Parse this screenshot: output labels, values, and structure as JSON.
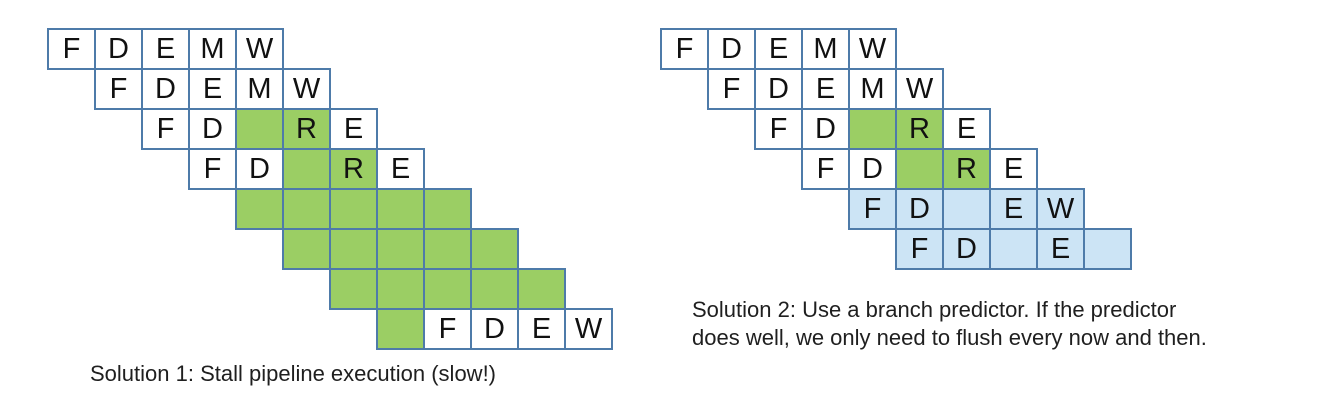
{
  "colors": {
    "stall_green": "#9bce64",
    "speculative_blue": "#cce4f5",
    "cell_white": "#ffffff",
    "cell_border": "#4e7ba9",
    "text": "#1f1f1f"
  },
  "cell_kind_legend": {
    "w": "white-stage-cell",
    "g": "green-stall-cell",
    "b": "blue-speculative-cell"
  },
  "solution1": {
    "caption": "Solution 1: Stall pipeline execution (slow!)",
    "rows": [
      {
        "start": 0,
        "cells": [
          [
            "F",
            "w"
          ],
          [
            "D",
            "w"
          ],
          [
            "E",
            "w"
          ],
          [
            "M",
            "w"
          ],
          [
            "W",
            "w"
          ]
        ]
      },
      {
        "start": 1,
        "cells": [
          [
            "F",
            "w"
          ],
          [
            "D",
            "w"
          ],
          [
            "E",
            "w"
          ],
          [
            "M",
            "w"
          ],
          [
            "W",
            "w"
          ]
        ]
      },
      {
        "start": 2,
        "cells": [
          [
            "F",
            "w"
          ],
          [
            "D",
            "w"
          ],
          [
            "",
            "g"
          ],
          [
            "R",
            "g"
          ],
          [
            "E",
            "w"
          ]
        ]
      },
      {
        "start": 3,
        "cells": [
          [
            "F",
            "w"
          ],
          [
            "D",
            "w"
          ],
          [
            "",
            "g"
          ],
          [
            "R",
            "g"
          ],
          [
            "E",
            "w"
          ]
        ]
      },
      {
        "start": 4,
        "cells": [
          [
            "",
            "g"
          ],
          [
            "",
            "g"
          ],
          [
            "",
            "g"
          ],
          [
            "",
            "g"
          ],
          [
            "",
            "g"
          ]
        ]
      },
      {
        "start": 5,
        "cells": [
          [
            "",
            "g"
          ],
          [
            "",
            "g"
          ],
          [
            "",
            "g"
          ],
          [
            "",
            "g"
          ],
          [
            "",
            "g"
          ]
        ]
      },
      {
        "start": 6,
        "cells": [
          [
            "",
            "g"
          ],
          [
            "",
            "g"
          ],
          [
            "",
            "g"
          ],
          [
            "",
            "g"
          ],
          [
            "",
            "g"
          ]
        ]
      },
      {
        "start": 7,
        "cells": [
          [
            "",
            "g"
          ],
          [
            "F",
            "w"
          ],
          [
            "D",
            "w"
          ],
          [
            "E",
            "w"
          ],
          [
            "W",
            "w"
          ]
        ]
      }
    ]
  },
  "solution2": {
    "caption_lines": [
      "Solution 2: Use a branch predictor. If the predictor",
      "does well, we only need to flush every now and then."
    ],
    "rows": [
      {
        "start": 0,
        "cells": [
          [
            "F",
            "w"
          ],
          [
            "D",
            "w"
          ],
          [
            "E",
            "w"
          ],
          [
            "M",
            "w"
          ],
          [
            "W",
            "w"
          ]
        ]
      },
      {
        "start": 1,
        "cells": [
          [
            "F",
            "w"
          ],
          [
            "D",
            "w"
          ],
          [
            "E",
            "w"
          ],
          [
            "M",
            "w"
          ],
          [
            "W",
            "w"
          ]
        ]
      },
      {
        "start": 2,
        "cells": [
          [
            "F",
            "w"
          ],
          [
            "D",
            "w"
          ],
          [
            "",
            "g"
          ],
          [
            "R",
            "g"
          ],
          [
            "E",
            "w"
          ]
        ]
      },
      {
        "start": 3,
        "cells": [
          [
            "F",
            "w"
          ],
          [
            "D",
            "w"
          ],
          [
            "",
            "g"
          ],
          [
            "R",
            "g"
          ],
          [
            "E",
            "w"
          ]
        ]
      },
      {
        "start": 4,
        "cells": [
          [
            "F",
            "b"
          ],
          [
            "D",
            "b"
          ],
          [
            "",
            "b"
          ],
          [
            "E",
            "b"
          ],
          [
            "W",
            "b"
          ]
        ]
      },
      {
        "start": 5,
        "cells": [
          [
            "F",
            "b"
          ],
          [
            "D",
            "b"
          ],
          [
            "",
            "b"
          ],
          [
            "E",
            "b"
          ],
          [
            "",
            "b"
          ]
        ]
      }
    ]
  }
}
